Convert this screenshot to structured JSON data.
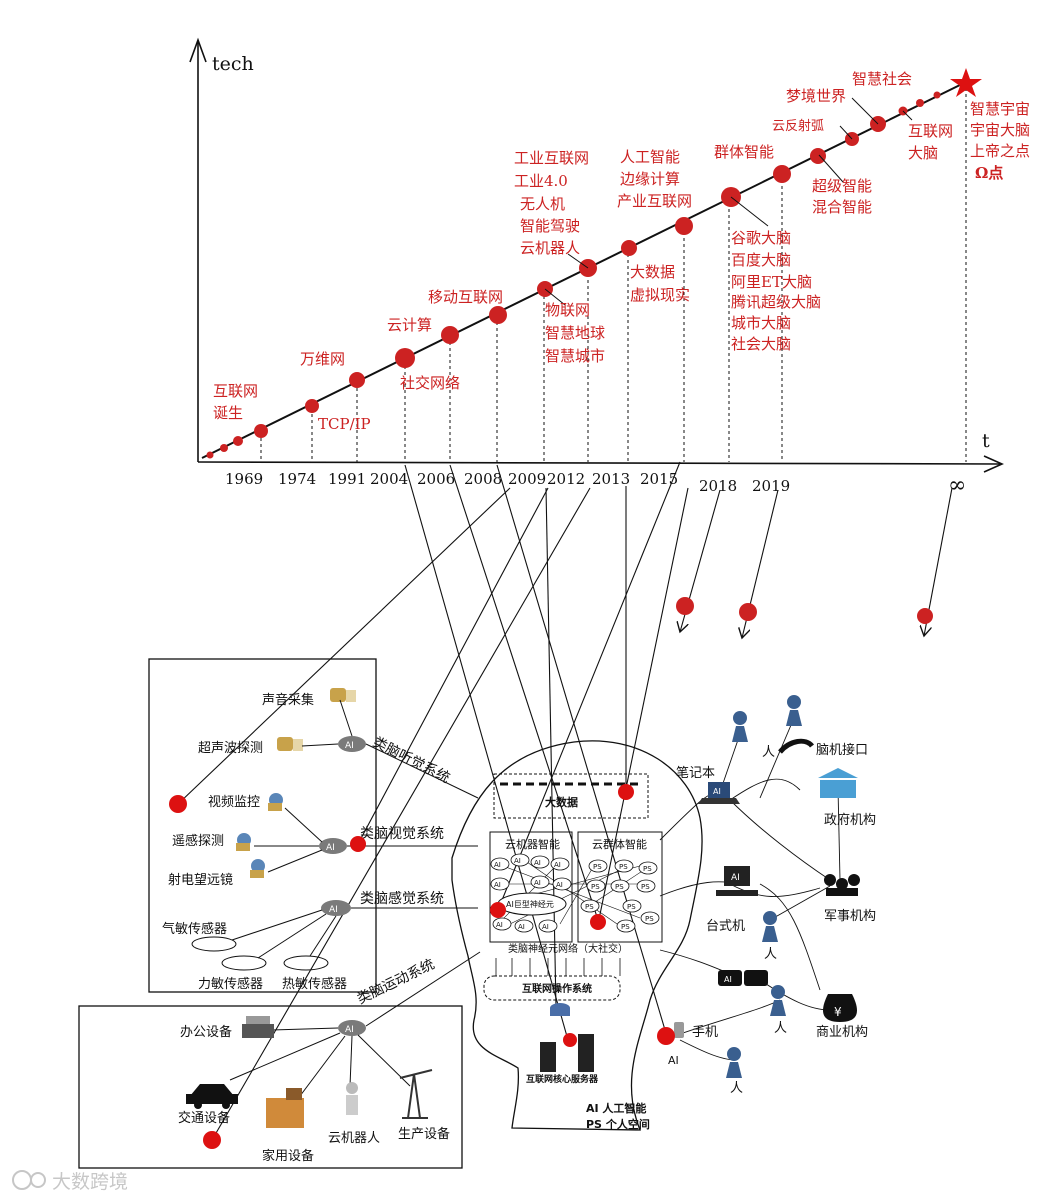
{
  "axes": {
    "y_label": "tech",
    "x_label": "t"
  },
  "timeline": {
    "years": [
      "1969",
      "1974",
      "1991",
      "2004",
      "2006",
      "2008",
      "2009",
      "2012",
      "2013",
      "2015",
      "2018",
      "2019",
      "∞"
    ],
    "milestones": {
      "internet_birth": [
        "互联网",
        "诞生"
      ],
      "tcpip": "TCP/IP",
      "www": "万维网",
      "social": "社交网络",
      "cloud": "云计算",
      "mobile": "移动互联网",
      "iot": [
        "物联网",
        "智慧地球",
        "智慧城市"
      ],
      "industry": [
        "工业互联网",
        "工业4.0"
      ],
      "drones": [
        "无人机",
        "智能驾驶",
        "云机器人"
      ],
      "bigdata": [
        "大数据",
        "虚拟现实"
      ],
      "ai": [
        "人工智能",
        "边缘计算",
        "产业互联网"
      ],
      "group": "群体智能",
      "brains": [
        "谷歌大脑",
        "百度大脑",
        "阿里ET大脑",
        "腾讯超级大脑",
        "城市大脑",
        "社会大脑"
      ],
      "super": [
        "超级智能",
        "混合智能"
      ],
      "reflex": "云反射弧",
      "dream": "梦境世界",
      "wisdom_society": "智慧社会",
      "internet_brain": [
        "互联网",
        "大脑"
      ],
      "omega": [
        "智慧宇宙",
        "宇宙大脑",
        "上帝之点",
        "Ω点"
      ]
    }
  },
  "sensors_box": {
    "sound": "声音采集",
    "ultrasound": "超声波探测",
    "video": "视频监控",
    "remote": "遥感探测",
    "telescope": "射电望远镜",
    "gas": "气敏传感器",
    "force": "力敏传感器",
    "heat": "热敏传感器",
    "ai": "AI",
    "hearing": "类脑听觉系统",
    "vision": "类脑视觉系统",
    "sense": "类脑感觉系统"
  },
  "devices_box": {
    "office": "办公设备",
    "traffic": "交通设备",
    "home": "家用设备",
    "robot": "云机器人",
    "production": "生产设备",
    "motor": "类脑运动系统",
    "ai": "AI"
  },
  "head": {
    "big_data": "大数据",
    "cloud_robot": "云机器智能",
    "cloud_group": "云群体智能",
    "giant_neuron": "AI巨型神经元",
    "network": "类脑神经元网络（大社交）",
    "os": "互联网操作系统",
    "servers": "互联网核心服务器",
    "legend_ai": "AI  人工智能",
    "legend_ps": "PS  个人空间",
    "ai_node": "AI",
    "ps_node": "PS"
  },
  "right_side": {
    "notebook": "笔记本",
    "person": "人",
    "bci": "脑机接口",
    "gov": "政府机构",
    "desktop": "台式机",
    "military": "军事机构",
    "commerce": "商业机构",
    "phone": "手机",
    "ai": "AI"
  },
  "watermark": "大数跨境",
  "colors": {
    "accent": "#dd1111",
    "label": "#cc2222",
    "line": "#111111"
  }
}
